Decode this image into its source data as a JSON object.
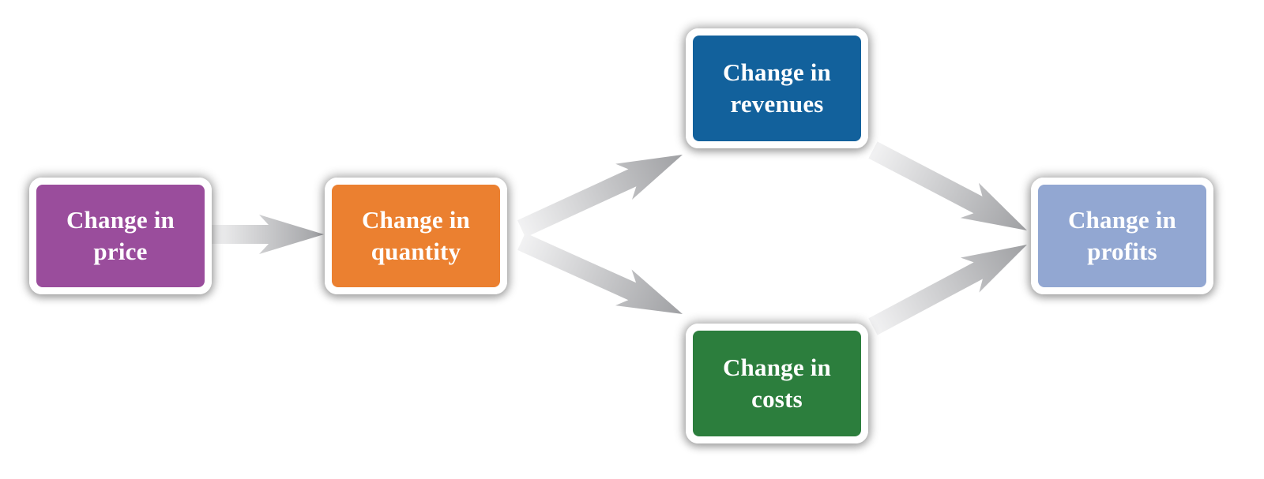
{
  "colors": {
    "price": "#9A4D9C",
    "quantity": "#EB8030",
    "revenues": "#12619C",
    "costs": "#2C7E3D",
    "profits": "#92A7D2",
    "arrow_dark": "#9FA0A3",
    "arrow_light": "#F2F2F3"
  },
  "nodes": {
    "price": {
      "line1": "Change in",
      "line2": "price"
    },
    "quantity": {
      "line1": "Change in",
      "line2": "quantity"
    },
    "revenues": {
      "line1": "Change in",
      "line2": "revenues"
    },
    "costs": {
      "line1": "Change in",
      "line2": "costs"
    },
    "profits": {
      "line1": "Change in",
      "line2": "profits"
    }
  },
  "edges": [
    {
      "from": "price",
      "to": "quantity"
    },
    {
      "from": "quantity",
      "to": "revenues"
    },
    {
      "from": "quantity",
      "to": "costs"
    },
    {
      "from": "revenues",
      "to": "profits"
    },
    {
      "from": "costs",
      "to": "profits"
    }
  ]
}
